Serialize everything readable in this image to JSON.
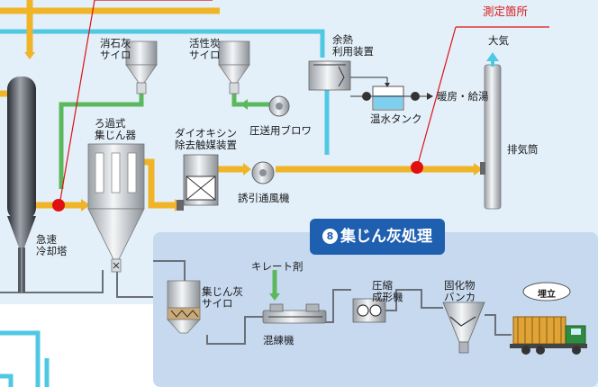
{
  "labels": {
    "measurement_point": "測定箇所",
    "lime_silo": "消石灰\nサイロ",
    "activated_carbon_silo": "活性炭\nサイロ",
    "waste_heat_device": "余熱\n利用装置",
    "atmosphere": "大気",
    "heating_hot_water": "暖房・給湯",
    "hot_water_tank": "温水タンク",
    "pressure_blower": "圧送用ブロワ",
    "bag_filter": "ろ過式\n集じん器",
    "dioxin_catalyst": "ダイオキシン\n除去触媒装置",
    "stack": "排気筒",
    "induced_fan": "誘引通風機",
    "quench_tower": "急速\n冷却塔",
    "section_title": "集じん灰処理",
    "section_number": "8",
    "chelate_agent": "キレート剤",
    "fly_ash_silo": "集じん灰\nサイロ",
    "compression_molder": "圧縮\n成形機",
    "solidified_bunker": "固化物\nバンカ",
    "kneader": "混練機",
    "landfill": "埋立"
  },
  "colors": {
    "flue_gas": "#f0b428",
    "water_line": "#4fc8e3",
    "chemical_line": "#5cb85c",
    "section_bg": "#c7d9ef",
    "badge": "#1f5fb0",
    "marker": "#e01010"
  },
  "icons": [
    "silo-icon",
    "blower-icon",
    "pump-icon",
    "truck-icon",
    "tank-icon",
    "catalyst-icon",
    "filter-icon",
    "up-arrow-icon"
  ]
}
